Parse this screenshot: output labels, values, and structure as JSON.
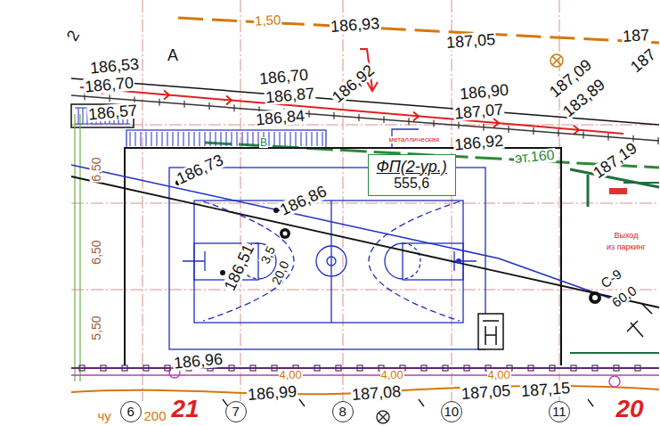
{
  "diagram": {
    "nodes": [
      {
        "text": [
          "ФП(2-ур.)",
          "555,6"
        ]
      },
      {
        "text": [
          "6"
        ]
      },
      {
        "text": [
          "7"
        ]
      },
      {
        "text": [
          "8"
        ]
      },
      {
        "text": [
          "10"
        ]
      },
      {
        "text": [
          "11"
        ]
      }
    ],
    "labels": [
      "2",
      "1,50",
      "186,93",
      "187,05",
      "187",
      "А",
      "186,53",
      "186,70",
      "186,57",
      "186,70",
      "186,87",
      "186,92",
      "186,84",
      "186,90",
      "187,07",
      "187,09",
      "183,89",
      "187",
      "186,92",
      "эт.160",
      "187,19",
      "металлическая",
      "В",
      "186,73",
      "186,86",
      "186,51",
      "3,5",
      "20,0",
      "С-9",
      "60,0",
      "Выход",
      "из паркинг",
      "6,50",
      "6,50",
      "5,50",
      "186,96",
      "4,00",
      "4,00",
      "4,00",
      "186,99",
      "187,08",
      "187,05",
      "187,15",
      "чу",
      "200",
      "21",
      "20"
    ]
  }
}
